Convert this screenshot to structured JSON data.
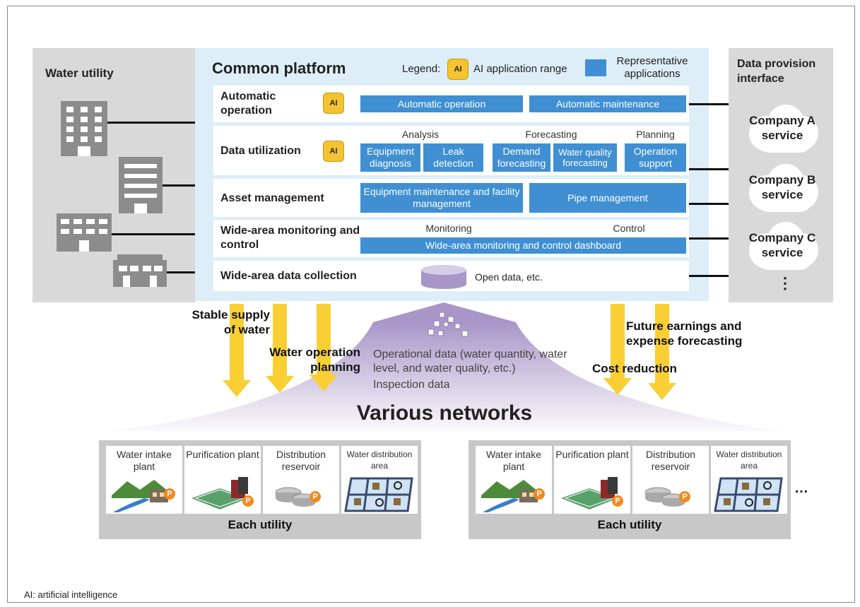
{
  "water_utility": {
    "title": "Water utility"
  },
  "platform": {
    "title": "Common platform",
    "legend_label": "Legend:",
    "legend_ai": "AI application range",
    "legend_rep": "Representative applications",
    "ai_icon": "AI",
    "rows": {
      "automatic": {
        "label": "Automatic operation",
        "apps": [
          "Automatic operation",
          "Automatic maintenance"
        ]
      },
      "data": {
        "label": "Data utilization",
        "headers": [
          "Analysis",
          "Forecasting",
          "Planning"
        ],
        "apps": [
          "Equipment diagnosis",
          "Leak detection",
          "Demand forecasting",
          "Water quality forecasting",
          "Operation support"
        ]
      },
      "asset": {
        "label": "Asset management",
        "apps": [
          "Equipment maintenance and facility management",
          "Pipe management"
        ]
      },
      "wide_monitor": {
        "label": "Wide-area monitoring and control",
        "headers": [
          "Monitoring",
          "Control"
        ],
        "app": "Wide-area monitoring and control dashboard"
      },
      "wide_collect": {
        "label": "Wide-area data collection",
        "open_data": "Open data, etc."
      }
    }
  },
  "provision": {
    "title": "Data provision interface",
    "services": [
      "Company A service",
      "Company B service",
      "Company C service"
    ],
    "more": "⋮"
  },
  "flows": {
    "stable": "Stable supply of water",
    "planning": "Water operation planning",
    "future": "Future earnings and expense forecasting",
    "cost": "Cost reduction",
    "operational": "Operational data (water quantity, water level, and water quality, etc.)",
    "inspection": "Inspection data"
  },
  "networks": {
    "title": "Various networks"
  },
  "utilities": [
    {
      "footer": "Each utility",
      "cards": [
        "Water intake plant",
        "Purification plant",
        "Distribution reservoir",
        "Water distribution area"
      ]
    },
    {
      "footer": "Each utility",
      "cards": [
        "Water intake plant",
        "Purification plant",
        "Distribution reservoir",
        "Water distribution area"
      ]
    }
  ],
  "ellipsis": "…",
  "p_badge": "P",
  "footnote": "AI: artificial intelligence",
  "colors": {
    "accent_blue": "#3f8fd2",
    "platform_bg": "#ddeef9",
    "arrow_yellow": "#f9cf34",
    "gray": "#d9d9d9",
    "purple": "#a896c8"
  }
}
